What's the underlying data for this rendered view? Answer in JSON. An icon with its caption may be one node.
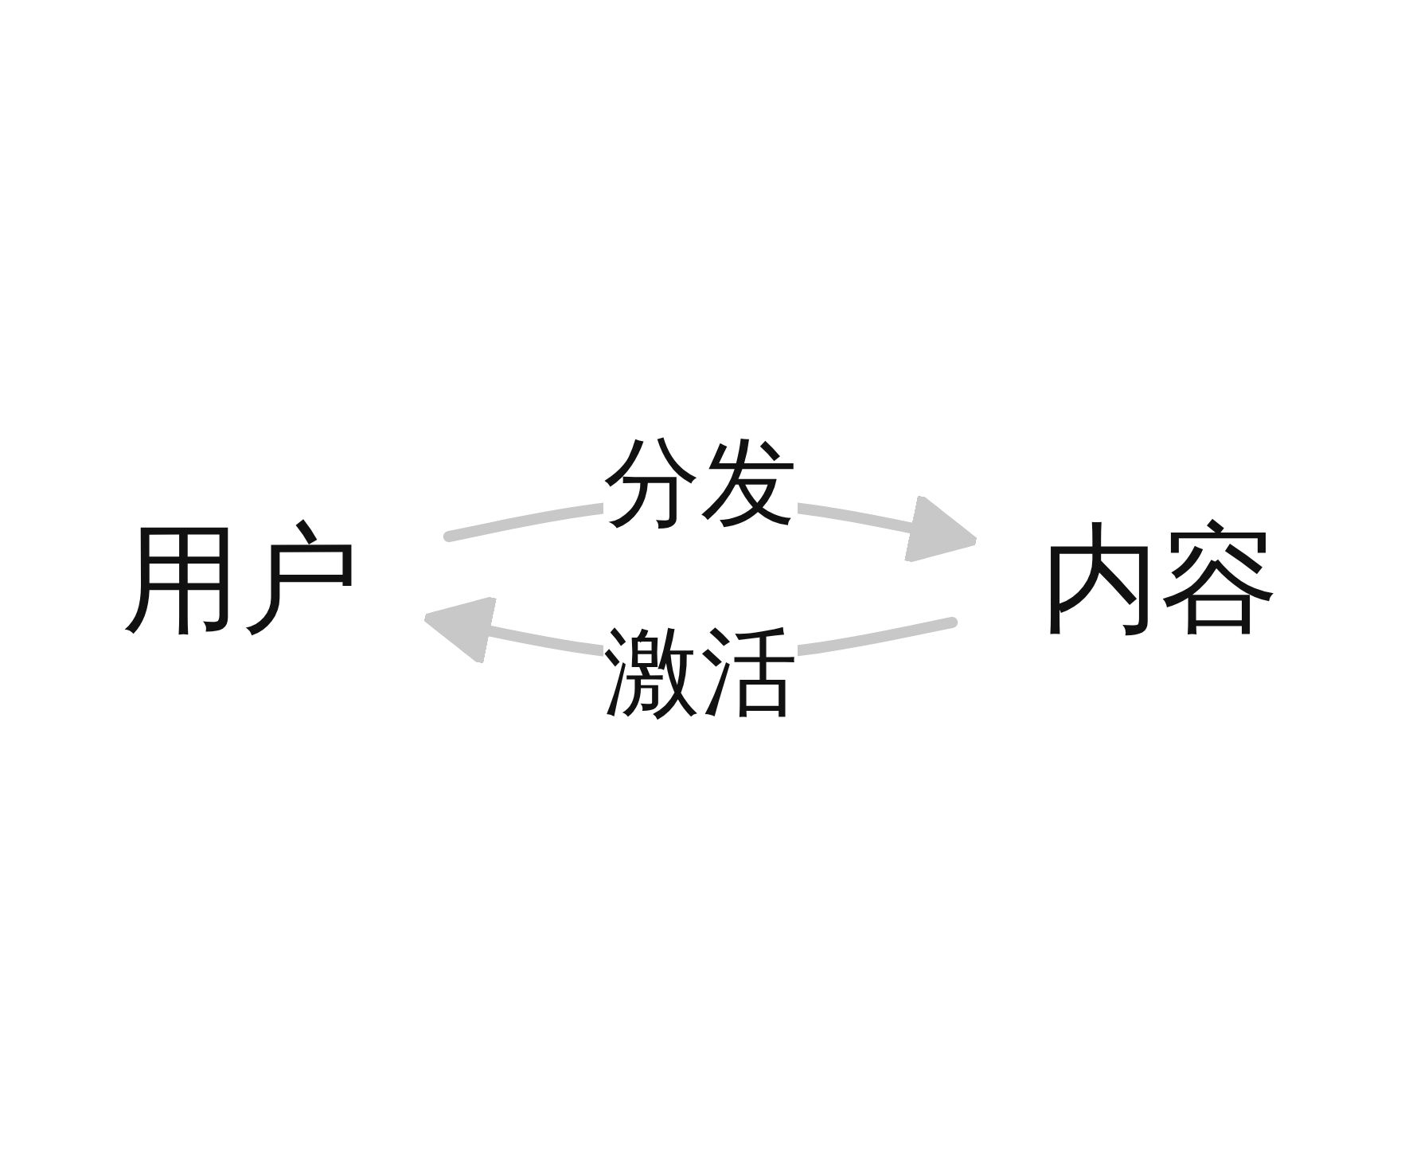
{
  "diagram": {
    "nodes": [
      {
        "text": [
          "用户"
        ]
      },
      {
        "text": [
          "内容"
        ]
      }
    ],
    "edges": [
      {
        "from": 0,
        "to": 1,
        "arrow": "to",
        "label": "分发"
      },
      {
        "from": 1,
        "to": 0,
        "arrow": "to",
        "label": "激活"
      }
    ]
  }
}
